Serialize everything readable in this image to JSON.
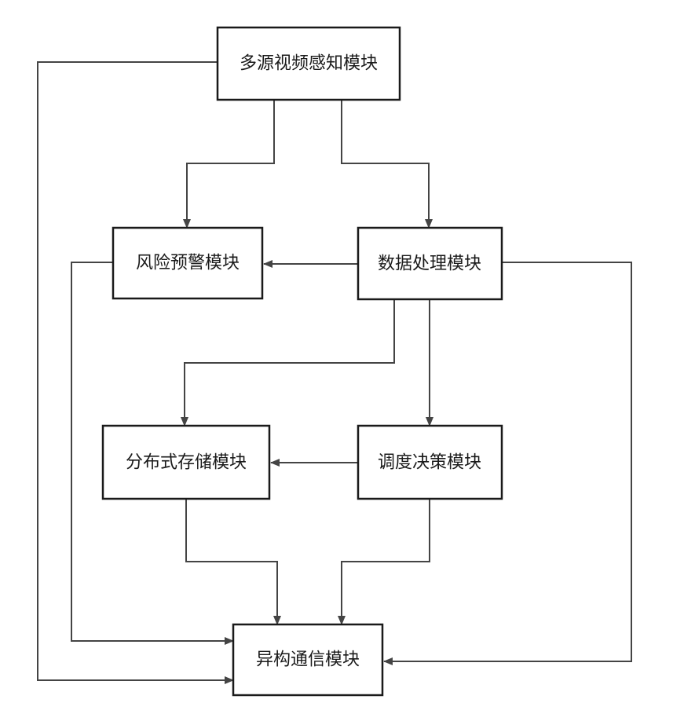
{
  "nodes": {
    "perception": {
      "label": "多源视频感知模块"
    },
    "risk": {
      "label": "风险预警模块"
    },
    "processing": {
      "label": "数据处理模块"
    },
    "storage": {
      "label": "分布式存储模块"
    },
    "scheduling": {
      "label": "调度决策模块"
    },
    "communication": {
      "label": "异构通信模块"
    }
  },
  "edges": [
    {
      "from": "perception",
      "to": "risk"
    },
    {
      "from": "perception",
      "to": "processing"
    },
    {
      "from": "perception",
      "to": "communication"
    },
    {
      "from": "processing",
      "to": "risk"
    },
    {
      "from": "processing",
      "to": "storage"
    },
    {
      "from": "processing",
      "to": "scheduling"
    },
    {
      "from": "processing",
      "to": "communication"
    },
    {
      "from": "risk",
      "to": "communication"
    },
    {
      "from": "scheduling",
      "to": "storage"
    },
    {
      "from": "storage",
      "to": "communication"
    },
    {
      "from": "scheduling",
      "to": "communication"
    }
  ],
  "colors": {
    "line": "#444444",
    "box_border": "#1a1a1a",
    "text": "#1a1a1a"
  }
}
